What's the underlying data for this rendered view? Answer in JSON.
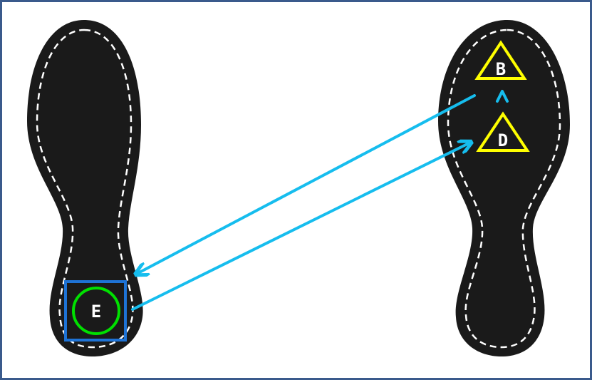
{
  "markers": {
    "b": {
      "label": "B",
      "shape": "triangle",
      "stroke": "#ffff00",
      "text_color": "#ffffff"
    },
    "d": {
      "label": "D",
      "shape": "triangle",
      "stroke": "#ffff00",
      "text_color": "#ffffff"
    },
    "e": {
      "label": "E",
      "shape": "circle-in-square",
      "circle_stroke": "#00e000",
      "square_stroke": "#1e73d6",
      "text_color": "#ffffff"
    }
  },
  "colors": {
    "footprint": "#1a1a1a",
    "stitching": "#ffffff",
    "arrow": "#16bdee",
    "frame_border": "#3a5a8c"
  },
  "connections": [
    {
      "from": "b",
      "to": "e",
      "direction": "toward-e"
    },
    {
      "from": "e",
      "to": "d",
      "direction": "toward-d"
    }
  ]
}
